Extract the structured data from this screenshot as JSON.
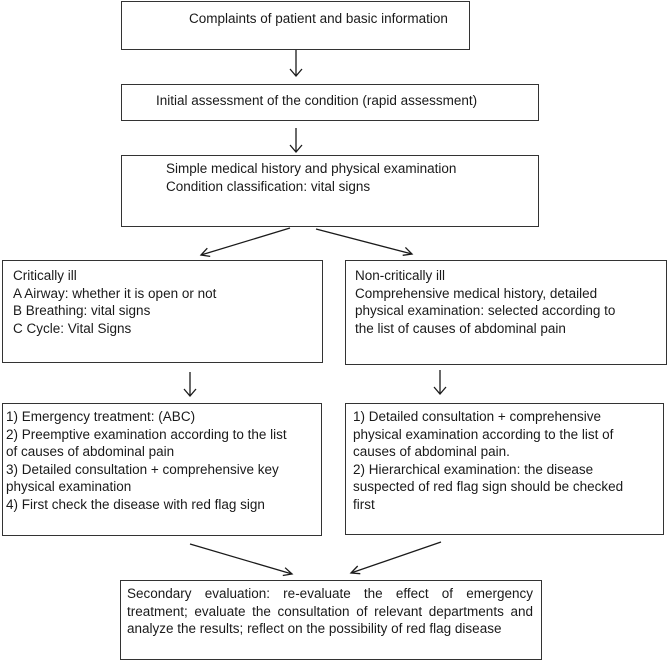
{
  "flowchart": {
    "box1": {
      "text": "Complaints of patient and basic information"
    },
    "box2": {
      "text": "Initial assessment of the condition (rapid assessment)"
    },
    "box3": {
      "lines": [
        "Simple medical history and physical examination",
        "Condition classification: vital signs"
      ]
    },
    "critically_ill": {
      "lines": [
        "Critically ill",
        "A Airway: whether it is open or not",
        "B Breathing: vital signs",
        "C Cycle: Vital Signs"
      ]
    },
    "non_critically_ill": {
      "lines": [
        "Non-critically ill",
        "Comprehensive medical history, detailed",
        "physical examination: selected according to",
        "the list of causes of abdominal pain"
      ]
    },
    "critical_steps": {
      "lines": [
        "1) Emergency treatment: (ABC)",
        "2) Preemptive examination according to the list",
        "of causes of abdominal pain",
        "3) Detailed consultation + comprehensive key",
        "physical examination",
        "4) First check the disease with red flag sign"
      ]
    },
    "noncritical_steps": {
      "lines": [
        "1) Detailed consultation + comprehensive",
        "physical examination according to the list of",
        "causes of abdominal pain.",
        "2) Hierarchical examination: the disease",
        "suspected of red flag sign should be checked",
        "first"
      ]
    },
    "secondary_evaluation": {
      "text": "Secondary evaluation: re-evaluate the effect of emergency treatment; evaluate the consultation of relevant departments and analyze the results; reflect on the possibility of red flag disease"
    }
  }
}
